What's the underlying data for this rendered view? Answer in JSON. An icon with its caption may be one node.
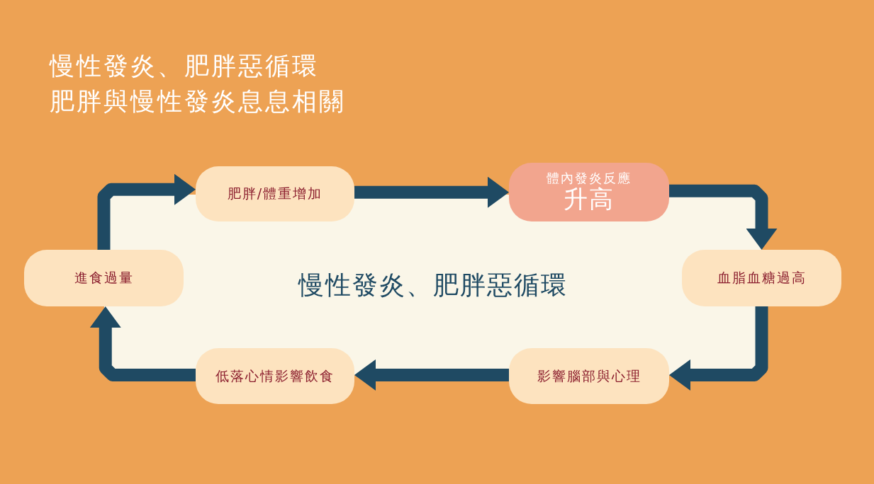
{
  "diagram": {
    "title": "慢性發炎、肥胖惡循環",
    "nodes": [
      {
        "text": [
          "慢性發炎、肥胖惡循環"
        ]
      },
      {
        "text": [
          "肥胖/體重增加"
        ]
      },
      {
        "text": [
          "體內發炎反應",
          "升高"
        ]
      },
      {
        "text": [
          "血脂血糖過高"
        ]
      },
      {
        "text": [
          "影響腦部與心理"
        ]
      },
      {
        "text": [
          "低落心情影響飲食"
        ]
      },
      {
        "text": [
          "進食過量"
        ]
      }
    ],
    "edges": [
      {
        "from": 1,
        "to": 2,
        "arrow": "to"
      },
      {
        "from": 2,
        "to": 3,
        "arrow": "to"
      },
      {
        "from": 3,
        "to": 4,
        "arrow": "to"
      },
      {
        "from": 4,
        "to": 5,
        "arrow": "to"
      },
      {
        "from": 5,
        "to": 6,
        "arrow": "to"
      },
      {
        "from": 6,
        "to": 1,
        "arrow": "to"
      }
    ],
    "labels": [
      "肥胖與慢性發炎息息相關"
    ]
  }
}
